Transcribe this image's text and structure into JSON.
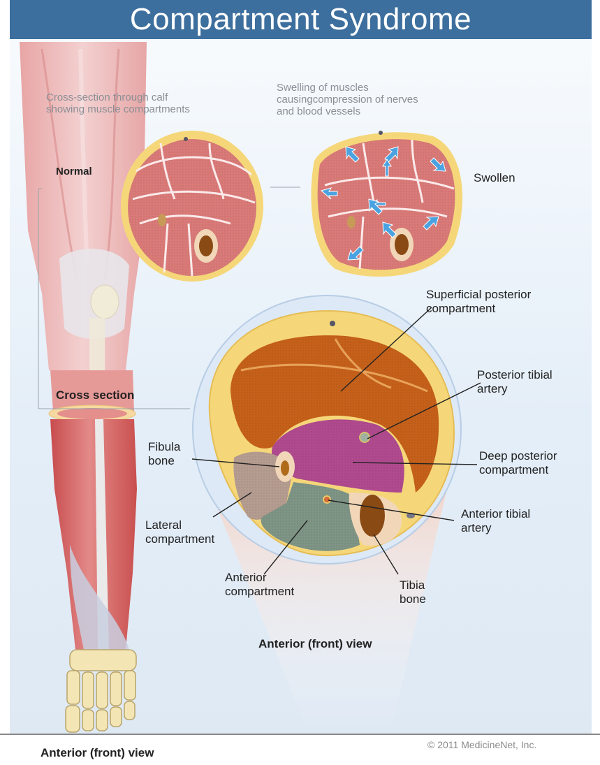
{
  "title": "Compartment Syndrome",
  "labels": {
    "cross_section_caption": "Cross-section through calf showing muscle compartments",
    "swelling_caption": "Swelling of muscles causingcompression of nerves and blood vessels",
    "normal": "Normal",
    "swollen": "Swollen",
    "cross_section": "Cross section",
    "superficial_posterior": "Superficial posterior compartment",
    "posterior_tibial_artery": "Posterior tibial artery",
    "fibula_bone": "Fibula bone",
    "deep_posterior": "Deep posterior compartment",
    "lateral_compartment": "Lateral compartment",
    "anterior_tibial_artery": "Anterior tibial artery",
    "anterior_compartment": "Anterior compartment",
    "tibia_bone": "Tibia bone",
    "anterior_view_center": "Anterior (front) view",
    "anterior_view_left": "Anterior (front) view"
  },
  "copyright": "© 2011 MedicineNet, Inc.",
  "colors": {
    "title_bar": "#3d6f9e",
    "fat_layer": "#f5d77a",
    "muscle_normal": "#d97a78",
    "superficial_posterior": "#c5601a",
    "deep_posterior": "#b04a8e",
    "lateral": "#b59c90",
    "anterior": "#7e9485",
    "arrow": "#4aa3e0"
  }
}
